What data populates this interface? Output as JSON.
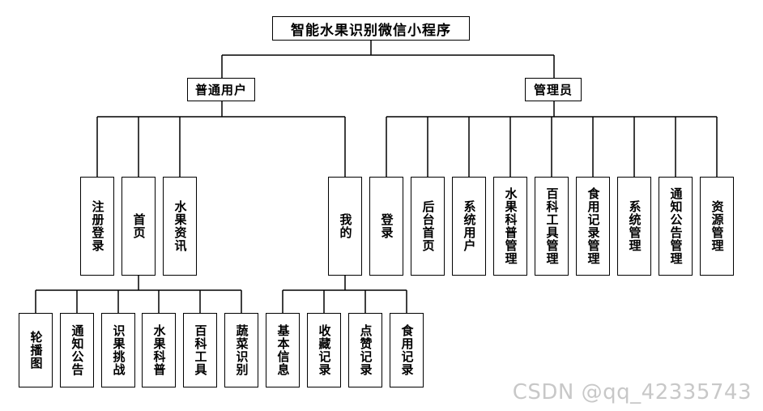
{
  "root": "智能水果识别微信小程序",
  "branches": {
    "user": "普通用户",
    "admin": "管理员"
  },
  "user_modules": {
    "register_login": "注册登录",
    "home": "首页",
    "fruit_news": "水果资讯",
    "mine": "我的"
  },
  "home_children": {
    "carousel": "轮播图",
    "notice": "通知公告",
    "recognize": "识果挑战",
    "fruit_science": "水果科普",
    "encyclopedia": "百科工具",
    "vegetable_recognition": "蔬菜识别"
  },
  "mine_children": {
    "basic_info": "基本信息",
    "favorites": "收藏记录",
    "likes": "点赞记录",
    "food_records": "食用记录"
  },
  "admin_modules": {
    "login": "登录",
    "backend_home": "后台首页",
    "system_users": "系统用户",
    "fruit_science_mgmt": "水果科普管理",
    "encyclopedia_mgmt": "百科工具管理",
    "food_record_mgmt": "食用记录管理",
    "system_mgmt": "系统管理",
    "notice_mgmt": "通知公告管理",
    "resource_mgmt": "资源管理"
  },
  "watermark": "CSDN @qq_42335743"
}
